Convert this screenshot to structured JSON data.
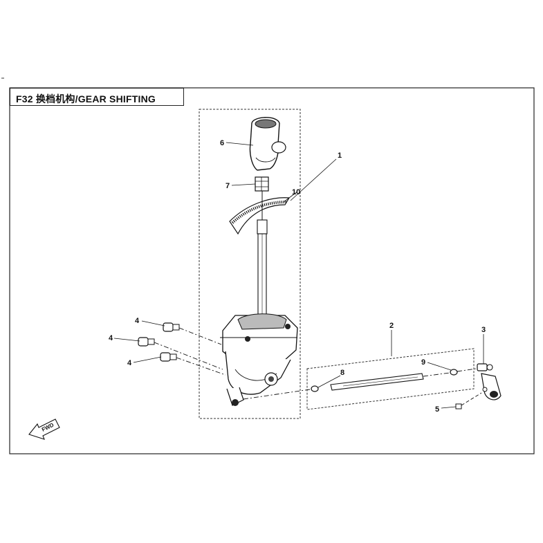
{
  "diagram": {
    "title": "F32  换档机构/GEAR SHIFTING",
    "direction_label": "FWD",
    "callouts": [
      {
        "id": "c1",
        "label": "1"
      },
      {
        "id": "c2",
        "label": "2"
      },
      {
        "id": "c3",
        "label": "3"
      },
      {
        "id": "c4a",
        "label": "4"
      },
      {
        "id": "c4b",
        "label": "4"
      },
      {
        "id": "c4c",
        "label": "4"
      },
      {
        "id": "c5",
        "label": "5"
      },
      {
        "id": "c6",
        "label": "6"
      },
      {
        "id": "c7",
        "label": "7"
      },
      {
        "id": "c8",
        "label": "8"
      },
      {
        "id": "c9",
        "label": "9"
      },
      {
        "id": "c10",
        "label": "10"
      }
    ]
  }
}
